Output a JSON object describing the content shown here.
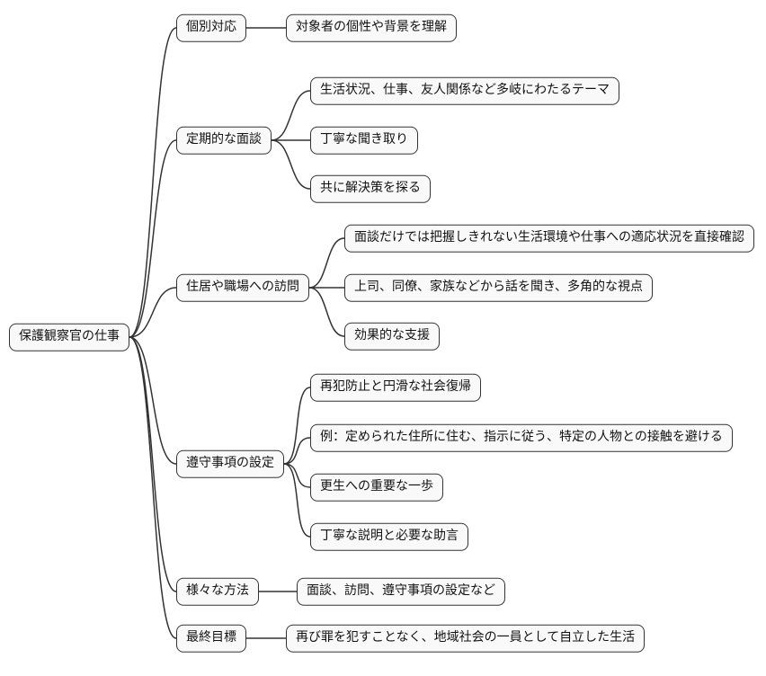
{
  "diagram": {
    "type": "mindmap",
    "root": {
      "label": "保護観察官の仕事"
    },
    "branches": [
      {
        "label": "個別対応",
        "children": [
          {
            "label": "対象者の個性や背景を理解"
          }
        ]
      },
      {
        "label": "定期的な面談",
        "children": [
          {
            "label": "生活状況、仕事、友人関係など多岐にわたるテーマ"
          },
          {
            "label": "丁寧な聞き取り"
          },
          {
            "label": "共に解決策を探る"
          }
        ]
      },
      {
        "label": "住居や職場への訪問",
        "children": [
          {
            "label": "面談だけでは把握しきれない生活環境や仕事への適応状況を直接確認"
          },
          {
            "label": "上司、同僚、家族などから話を聞き、多角的な視点"
          },
          {
            "label": "効果的な支援"
          }
        ]
      },
      {
        "label": "遵守事項の設定",
        "children": [
          {
            "label": "再犯防止と円滑な社会復帰"
          },
          {
            "label": "例：定められた住所に住む、指示に従う、特定の人物との接触を避ける"
          },
          {
            "label": "更生への重要な一歩"
          },
          {
            "label": "丁寧な説明と必要な助言"
          }
        ]
      },
      {
        "label": "様々な方法",
        "children": [
          {
            "label": "面談、訪問、遵守事項の設定など"
          }
        ]
      },
      {
        "label": "最終目標",
        "children": [
          {
            "label": "再び罪を犯すことなく、地域社会の一員として自立した生活"
          }
        ]
      }
    ],
    "colors": {
      "background": "#ffffff",
      "node_fill": "#f9f9f9",
      "node_border": "#333333",
      "connector": "#333333"
    }
  }
}
